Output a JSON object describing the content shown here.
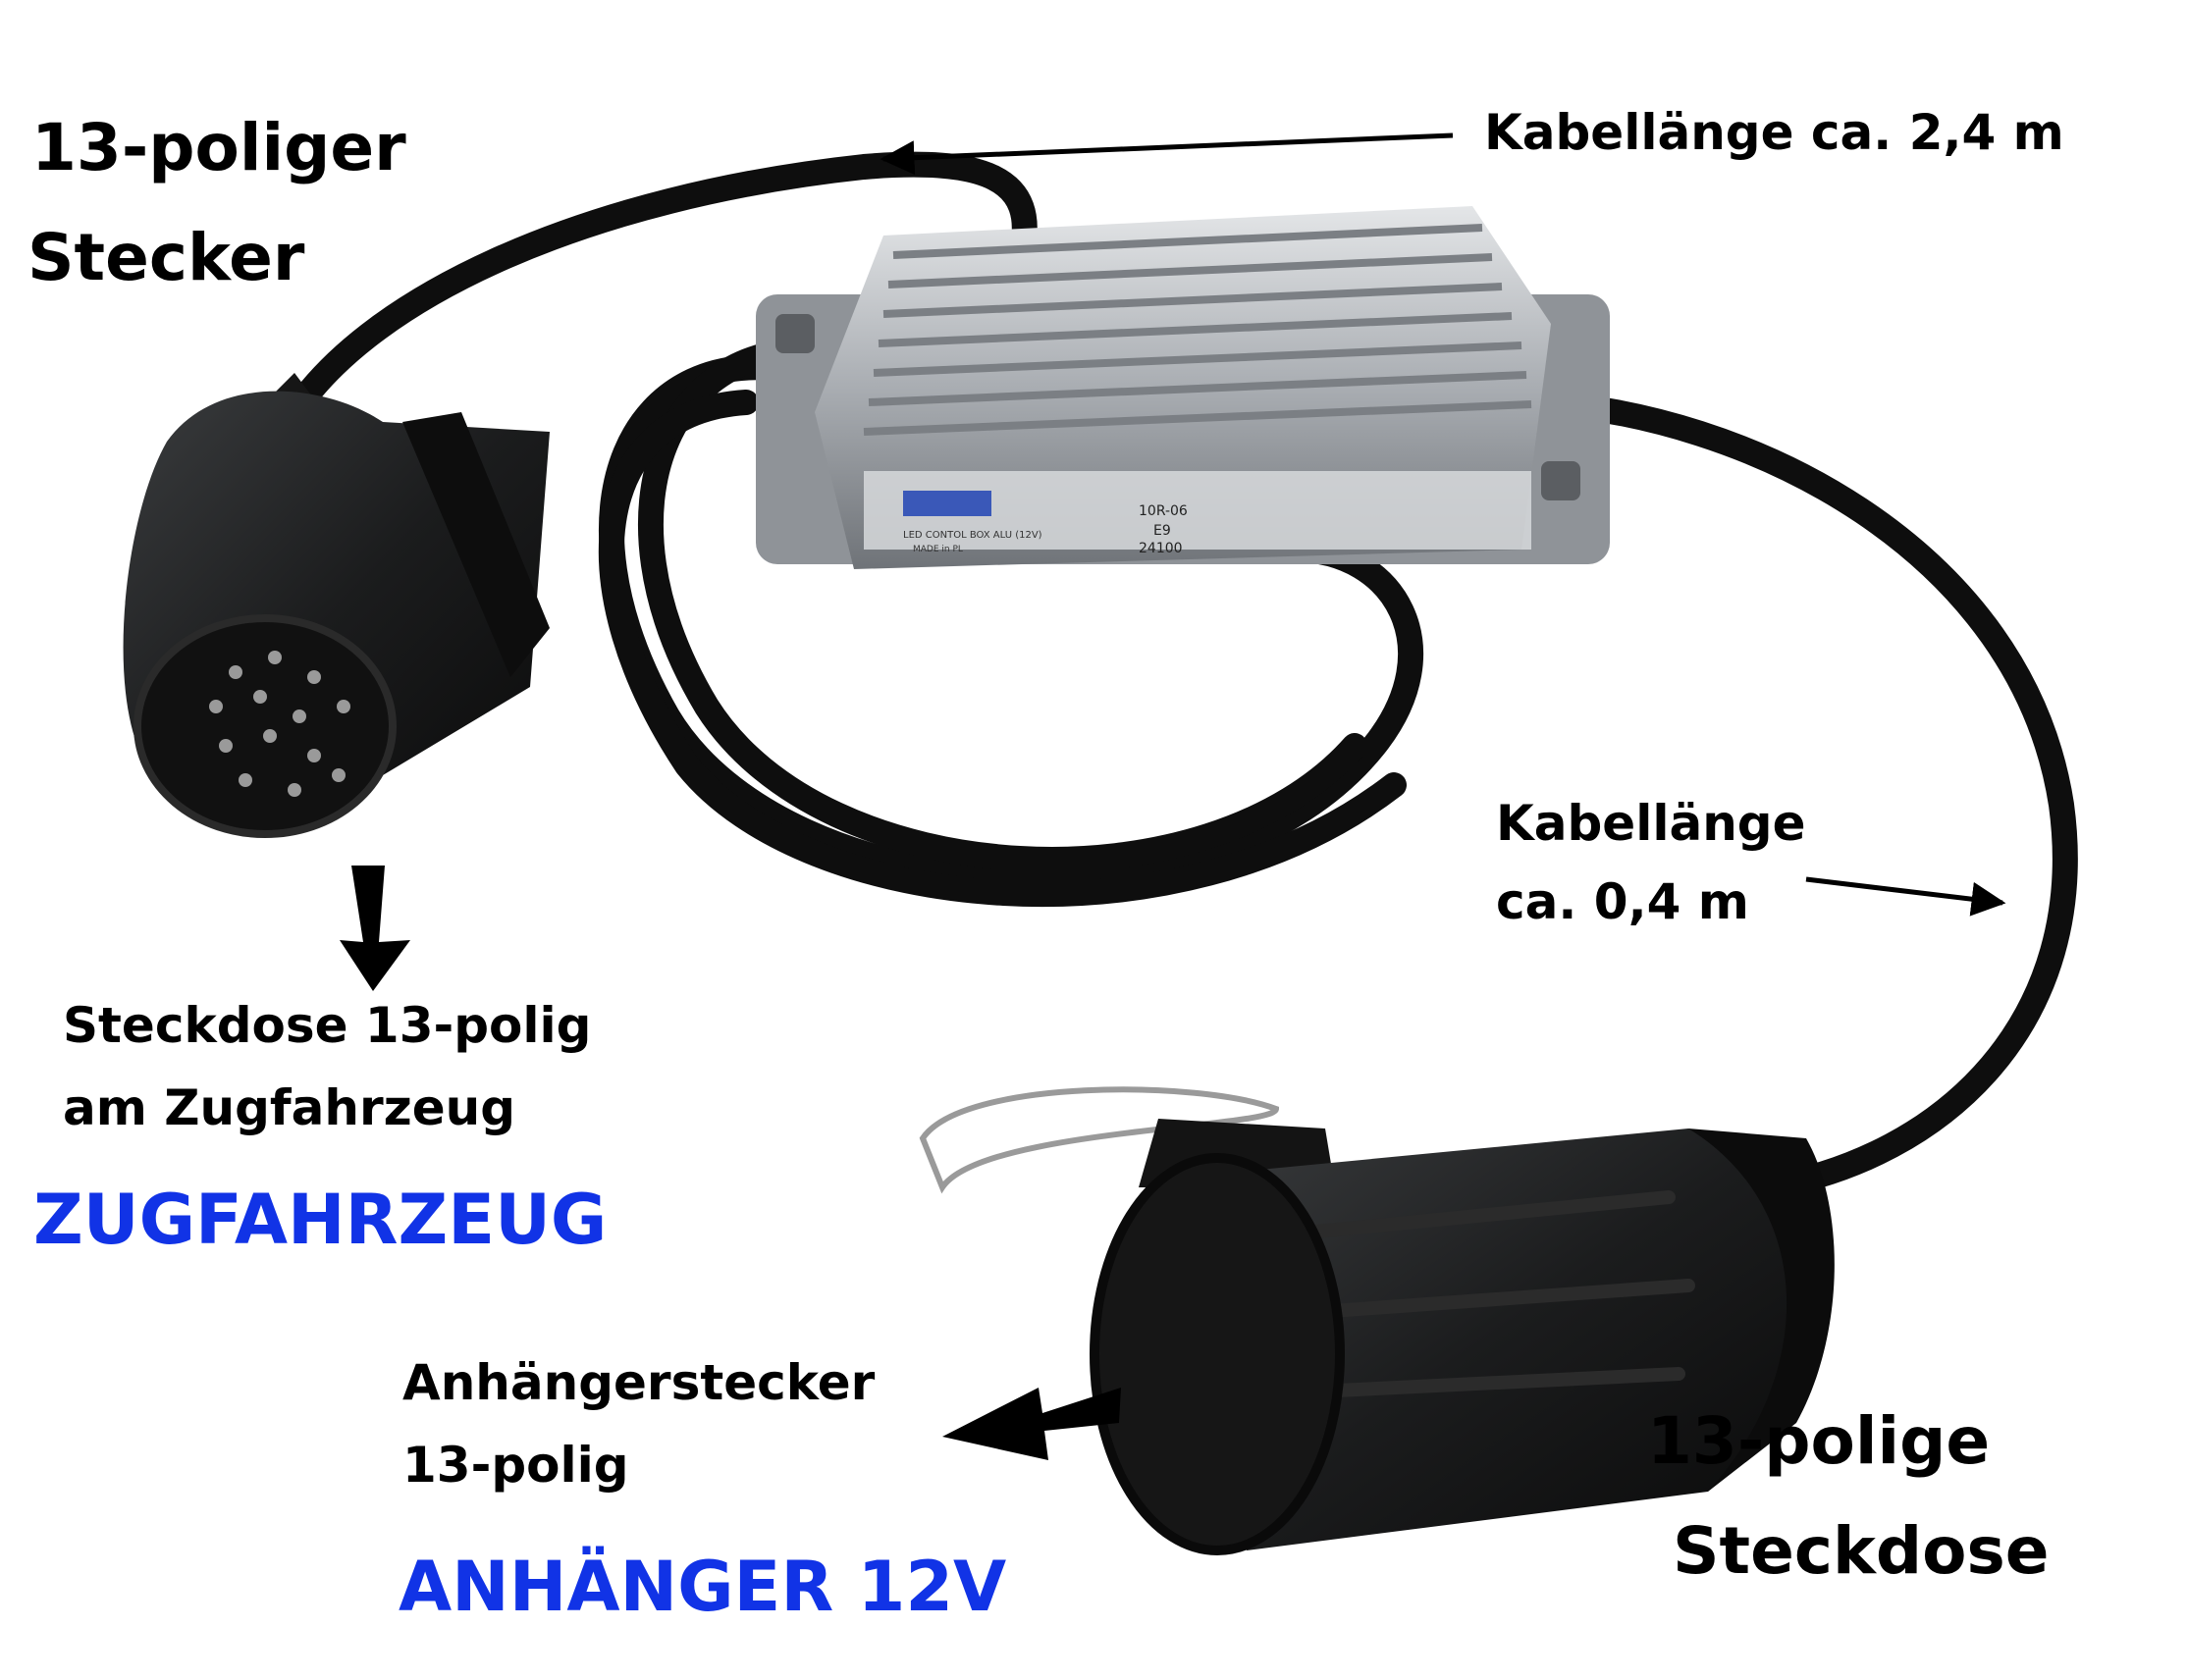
{
  "labels": {
    "plug_title_line1": "13-poliger",
    "plug_title_line2": "Stecker",
    "cable_long": "Kabellänge ca. 2,4 m",
    "cable_short_line1": "Kabellänge",
    "cable_short_line2": "ca. 0,4 m",
    "vehicle_socket_line1": "Steckdose 13-polig",
    "vehicle_socket_line2": "am Zugfahrzeug",
    "vehicle": "ZUGFAHRZEUG",
    "trailer_plug_line1": "Anhängerstecker",
    "trailer_plug_line2": "13-polig",
    "trailer": "ANHÄNGER 12V",
    "socket_title_line1": "13-polige",
    "socket_title_line2": "Steckdose"
  },
  "control_box_print": {
    "approval": "10R-06",
    "mark": "E9",
    "number": "24100",
    "model": "LED CONTOL BOX ALU (12V)",
    "origin": "MADE in PL"
  },
  "colors": {
    "highlight_text": "#1133e6",
    "cable": "#0e0e0e",
    "aluminium": "#b9bcc0"
  }
}
